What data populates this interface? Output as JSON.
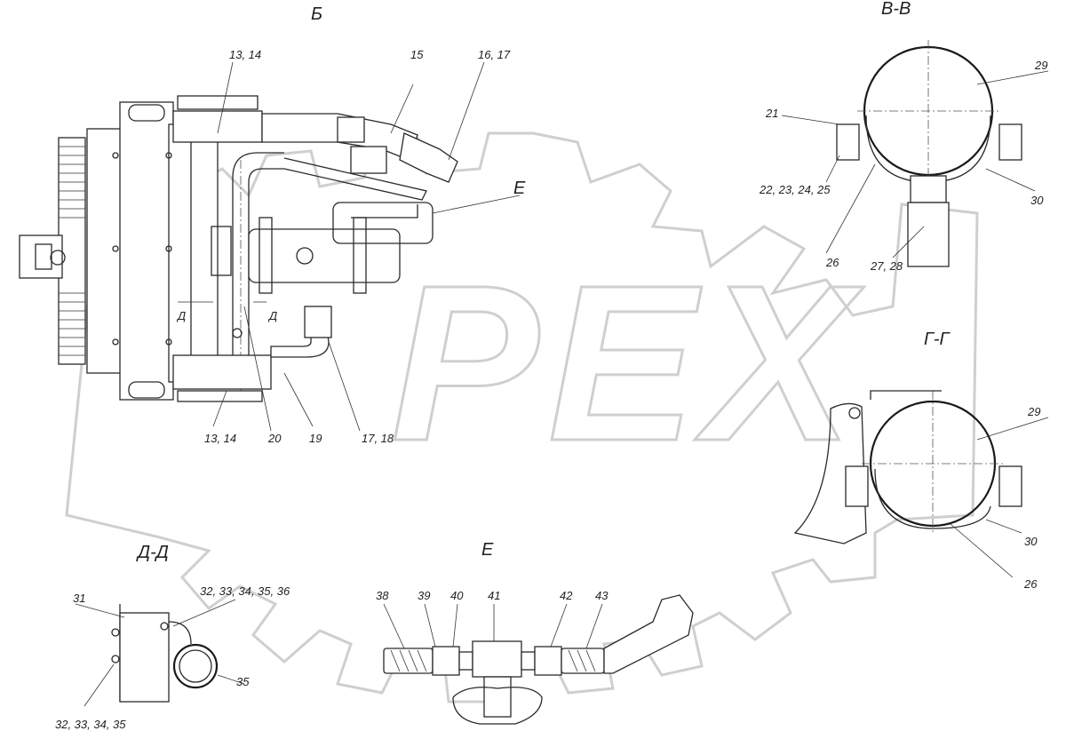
{
  "watermark": {
    "text": "PEX",
    "color": "#cfcfcf"
  },
  "views": {
    "main": {
      "title": "Б",
      "labels": [
        "13, 14",
        "15",
        "16, 17",
        "Е",
        "13, 14",
        "20",
        "19",
        "17, 18",
        "Д",
        "Д"
      ]
    },
    "section_vv": {
      "title": "В-В",
      "labels": [
        "29",
        "21",
        "22, 23, 24, 25",
        "30",
        "26",
        "27, 28"
      ]
    },
    "section_gg": {
      "title": "Г-Г",
      "labels": [
        "29",
        "30",
        "26"
      ]
    },
    "section_dd": {
      "title": "Д-Д",
      "labels": [
        "31",
        "32, 33, 34, 35, 36",
        "32, 33, 34, 35",
        "35"
      ]
    },
    "detail_e": {
      "title": "Е",
      "labels": [
        "38",
        "39",
        "40",
        "41",
        "42",
        "43"
      ]
    }
  }
}
